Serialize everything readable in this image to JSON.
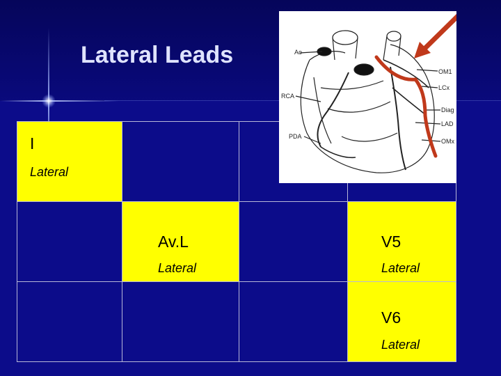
{
  "slide": {
    "title": "Lateral Leads"
  },
  "leads": [
    {
      "name": "I",
      "region": "Lateral"
    },
    {
      "name": "Av.L",
      "region": "Lateral"
    },
    {
      "name": "V5",
      "region": "Lateral"
    },
    {
      "name": "V6",
      "region": "Lateral"
    }
  ],
  "diagram": {
    "labels": {
      "ao": "Ao",
      "rca": "RCA",
      "pda": "PDA",
      "om1": "OM1",
      "lcx": "LCx",
      "diag": "Diag",
      "lad": "LAD",
      "omx": "OMx"
    }
  },
  "colors": {
    "background": "#0a0a7e",
    "highlight": "#ffff00",
    "title": "#dfe3ff",
    "arrow": "#c0391b"
  }
}
